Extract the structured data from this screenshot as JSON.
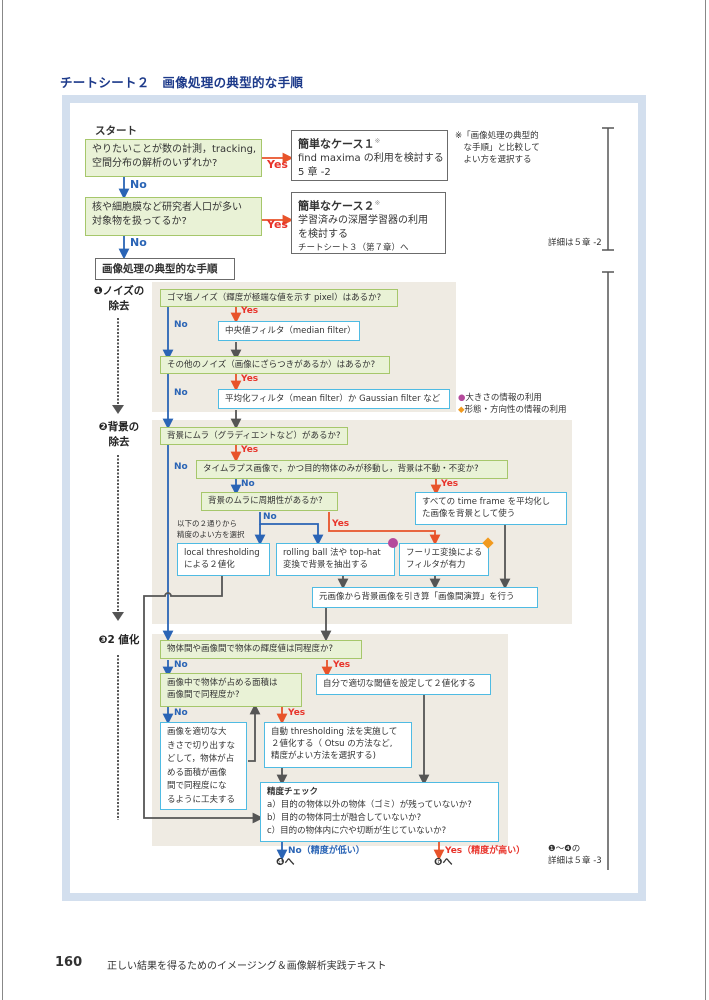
{
  "page": {
    "sheet_title": "チートシート２　画像処理の典型的な手順",
    "page_number": "160",
    "book_title": "正しい結果を得るためのイメージング＆画像解析実践テキスト"
  },
  "start": {
    "label": "スタート",
    "q1": [
      "やりたいことが数の計測，tracking,",
      "空間分布の解析のいずれか?"
    ],
    "q2": [
      "核や細胞膜など研究者人口が多い",
      "対象物を扱ってるか?"
    ],
    "case1": {
      "title": "簡単なケース１",
      "mark": "※",
      "lines": [
        "find maxima の利用を検討する",
        "5 章 -2"
      ]
    },
    "case2": {
      "title": "簡単なケース２",
      "mark": "※",
      "lines": [
        "学習済みの深層学習器の利用",
        "を検討する",
        "チートシート３（第７章）へ"
      ]
    },
    "note": [
      "※「画像処理の典型的",
      "　な手順」と比較して",
      "　よい方を選択する"
    ],
    "detail_ref": "詳細は５章 -2"
  },
  "labels": {
    "yes": "Yes",
    "no": "No"
  },
  "typical_header": "画像処理の典型的な手順",
  "sections": {
    "s1": {
      "num": "❶",
      "line1": "ノイズの",
      "line2": "除去"
    },
    "s2": {
      "num": "❷",
      "line1": "背景の",
      "line2": "除去"
    },
    "s3": {
      "num": "❸",
      "line1": "2 値化",
      "line2": ""
    }
  },
  "noise": {
    "q1": "ゴマ塩ノイズ（輝度が極端な値を示す pixel）はあるか?",
    "a1": "中央値フィルタ（median filter）",
    "q2": "その他のノイズ（画像にざらつきがあるか）はあるか?",
    "a2": "平均化フィルタ（mean filter）か Gaussian filter など"
  },
  "legend": {
    "size": "大きさの情報の利用",
    "shape": "形態・方向性の情報の利用",
    "size_color": "#b54a9c",
    "shape_color": "#f19a1e"
  },
  "background": {
    "q1": "背景にムラ（グラディエントなど）があるか?",
    "q2": "タイムラプス画像で，かつ目的物体のみが移動し，背景は不動・不変か?",
    "q3": "背景のムラに周期性があるか?",
    "timeframe": [
      "すべての  time frame  を平均化し",
      "た画像を背景として使う"
    ],
    "choose_note": [
      "以下の２通りから",
      "精度のよい方を選択"
    ],
    "local": [
      "local thresholding",
      "による２値化"
    ],
    "rolling": [
      "rolling ball 法や top-hat",
      "変換で背景を抽出する"
    ],
    "fourier": [
      "フーリエ変換による",
      "フィルタが有力"
    ],
    "subtract": "元画像から背景画像を引き算「画像間演算」を行う"
  },
  "binarize": {
    "q1": "物体間や画像間で物体の輝度値は同程度か?",
    "manual": "自分で適切な閾値を設定して２値化する",
    "q2": [
      "画像中で物体が占める面積は",
      "画像間で同程度か?"
    ],
    "crop": [
      "画像を適切な大",
      "きさで切り出すな",
      "どして，物体が占",
      "める面積が画像",
      "間で同程度にな",
      "るように工夫する"
    ],
    "auto": [
      "自動 thresholding 法を実施して",
      "２値化する（ Otsu の方法など,",
      "精度がよい方法を選択する)"
    ],
    "check_title": "精度チェック",
    "checks": [
      "a）目的の物体以外の物体（ゴミ）が残っていないか?",
      "b）目的の物体同士が融合していないか?",
      "c）目的の物体内に穴や切断が生じていないか?"
    ],
    "no_result": "No（精度が低い）",
    "yes_result": "Yes（精度が高い）",
    "to_no": "❹へ",
    "to_yes": "❻へ",
    "detail_ref1": "❶〜❹の",
    "detail_ref2": "詳細は５章 -3"
  },
  "colors": {
    "title_blue": "#1d3a8a",
    "frame_blue": "#d3dfee",
    "yes_red": "#e8332a",
    "no_blue": "#2a64b5",
    "question_green_fill": "#e9f2d6",
    "question_green_border": "#a6c76b",
    "action_cyan_border": "#4fbbe3",
    "section_beige": "#efebe3"
  }
}
